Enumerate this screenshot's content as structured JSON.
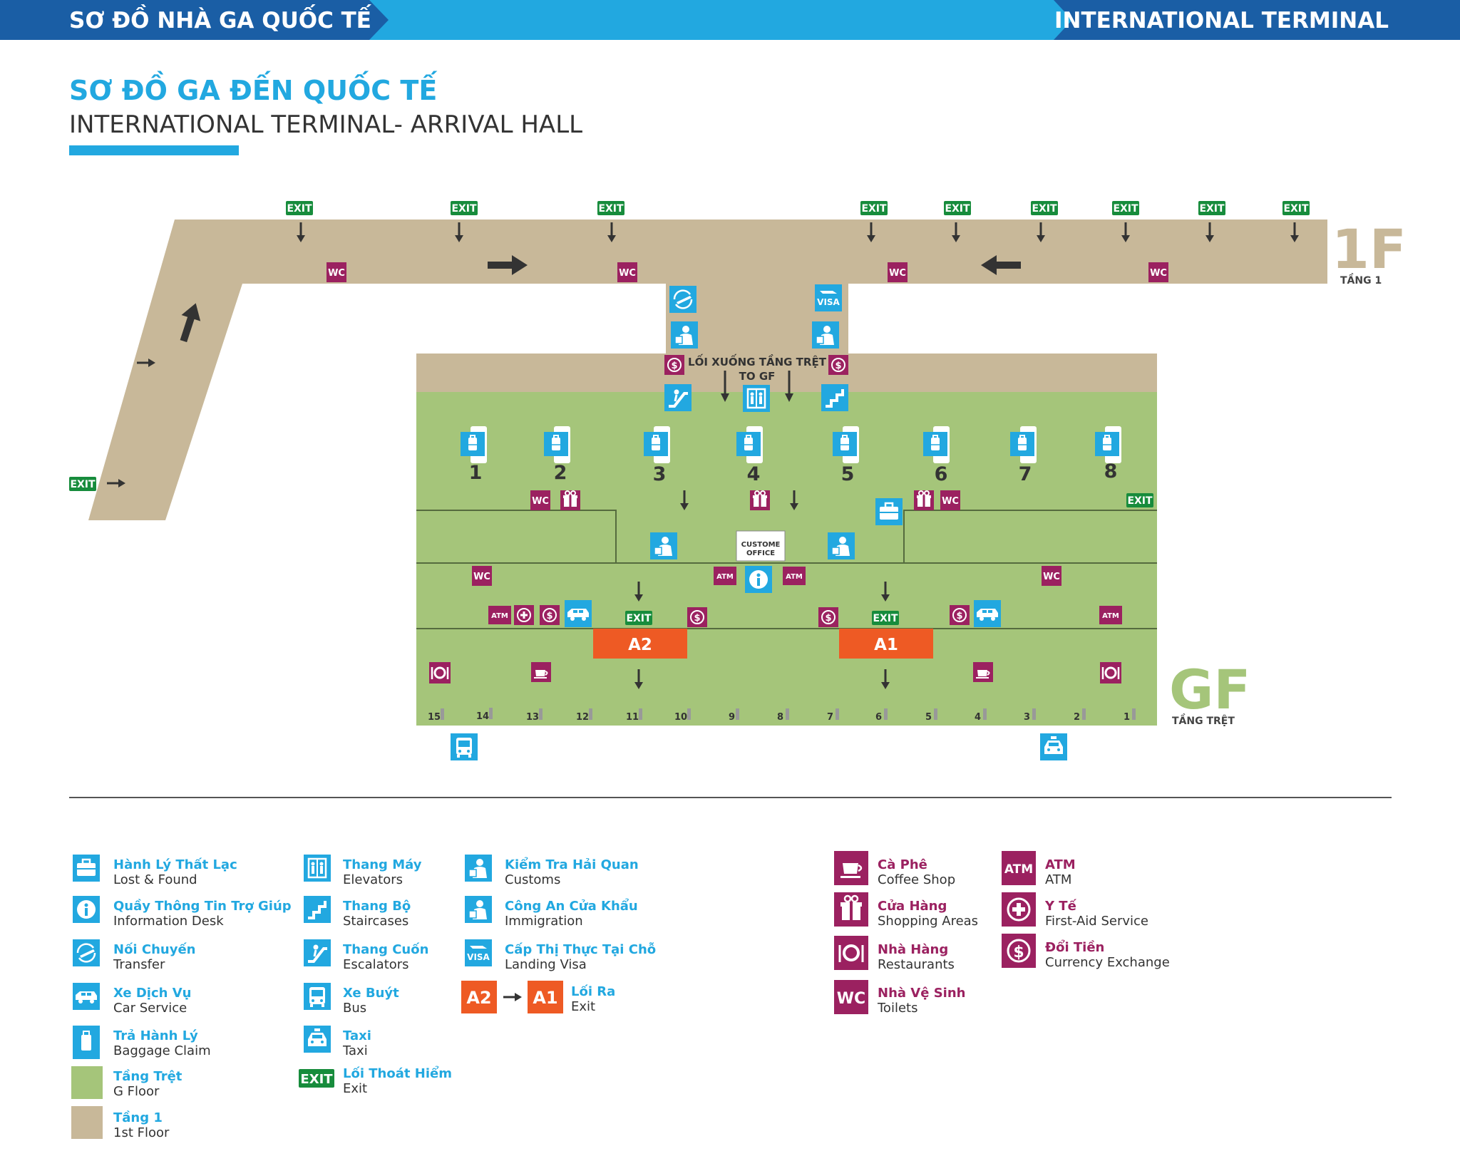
{
  "banner": {
    "left_title": "SƠ ĐỒ NHÀ GA QUỐC TẾ",
    "right_title": "INTERNATIONAL TERMINAL"
  },
  "heading": {
    "title_vi": "SƠ ĐỒ GA ĐẾN QUỐC TẾ",
    "title_en": "INTERNATIONAL TERMINAL- ARRIVAL HALL"
  },
  "map": {
    "floor_1f": {
      "code": "1F",
      "label": "TẦNG 1"
    },
    "floor_gf": {
      "code": "GF",
      "label": "TẦNG TRỆT"
    },
    "descend_label_vi": "LỐI XUỐNG TẦNG TRỆT",
    "descend_label_en": "TO GF",
    "exit_text": "EXIT",
    "wc_text": "WC",
    "atm_text": "ATM",
    "visa_text": "VISA",
    "customs_office": [
      "CUSTOME",
      "OFFICE"
    ],
    "belts": [
      "1",
      "2",
      "3",
      "4",
      "5",
      "6",
      "7",
      "8"
    ],
    "exit_a2": "A2",
    "exit_a1": "A1",
    "doors": [
      "15",
      "14",
      "13",
      "12",
      "11",
      "10",
      "9",
      "8",
      "7",
      "6",
      "5",
      "4",
      "3",
      "2",
      "1"
    ]
  },
  "legend": {
    "lost_found": {
      "vi": "Hành Lý Thất Lạc",
      "en": "Lost & Found"
    },
    "info_desk": {
      "vi": "Quầy Thông Tin Trợ Giúp",
      "en": "Information Desk"
    },
    "transfer": {
      "vi": "Nối Chuyến",
      "en": "Transfer"
    },
    "car_service": {
      "vi": "Xe Dịch Vụ",
      "en": "Car Service"
    },
    "baggage_claim": {
      "vi": "Trả Hành Lý",
      "en": "Baggage Claim"
    },
    "g_floor": {
      "vi": "Tầng Trệt",
      "en": "G Floor"
    },
    "first_floor": {
      "vi": "Tầng 1",
      "en": "1st Floor"
    },
    "elevators": {
      "vi": "Thang Máy",
      "en": "Elevators"
    },
    "staircases": {
      "vi": "Thang Bộ",
      "en": "Staircases"
    },
    "escalators": {
      "vi": "Thang Cuốn",
      "en": "Escalators"
    },
    "bus": {
      "vi": "Xe Buýt",
      "en": "Bus"
    },
    "taxi": {
      "vi": "Taxi",
      "en": "Taxi"
    },
    "emergency_exit": {
      "vi": "Lối Thoát Hiểm",
      "en": "Exit"
    },
    "customs": {
      "vi": "Kiểm Tra Hải Quan",
      "en": "Customs"
    },
    "immigration": {
      "vi": "Công An Cửa Khẩu",
      "en": "Immigration"
    },
    "landing_visa": {
      "vi": "Cấp Thị Thực Tại Chỗ",
      "en": "Landing Visa"
    },
    "exit_route": {
      "vi": "Lối Ra",
      "en": "Exit",
      "from": "A2",
      "to": "A1"
    },
    "coffee": {
      "vi": "Cà Phê",
      "en": "Coffee Shop"
    },
    "shopping": {
      "vi": "Cửa Hàng",
      "en": "Shopping Areas"
    },
    "restaurants": {
      "vi": "Nhà Hàng",
      "en": "Restaurants"
    },
    "toilets": {
      "vi": "Nhà Vệ Sinh",
      "en": "Toilets"
    },
    "atm": {
      "vi": "ATM",
      "en": "ATM"
    },
    "first_aid": {
      "vi": "Y Tế",
      "en": "First-Aid Service"
    },
    "currency": {
      "vi": "Đổi Tiền",
      "en": "Currency Exchange"
    }
  },
  "colors": {
    "blue": "#22a8e0",
    "navy": "#1a5ea5",
    "green_floor": "#a5c57a",
    "tan_floor": "#c8b899",
    "purple": "#9b2160",
    "exit_green": "#178c3c",
    "orange": "#ee5a24"
  }
}
